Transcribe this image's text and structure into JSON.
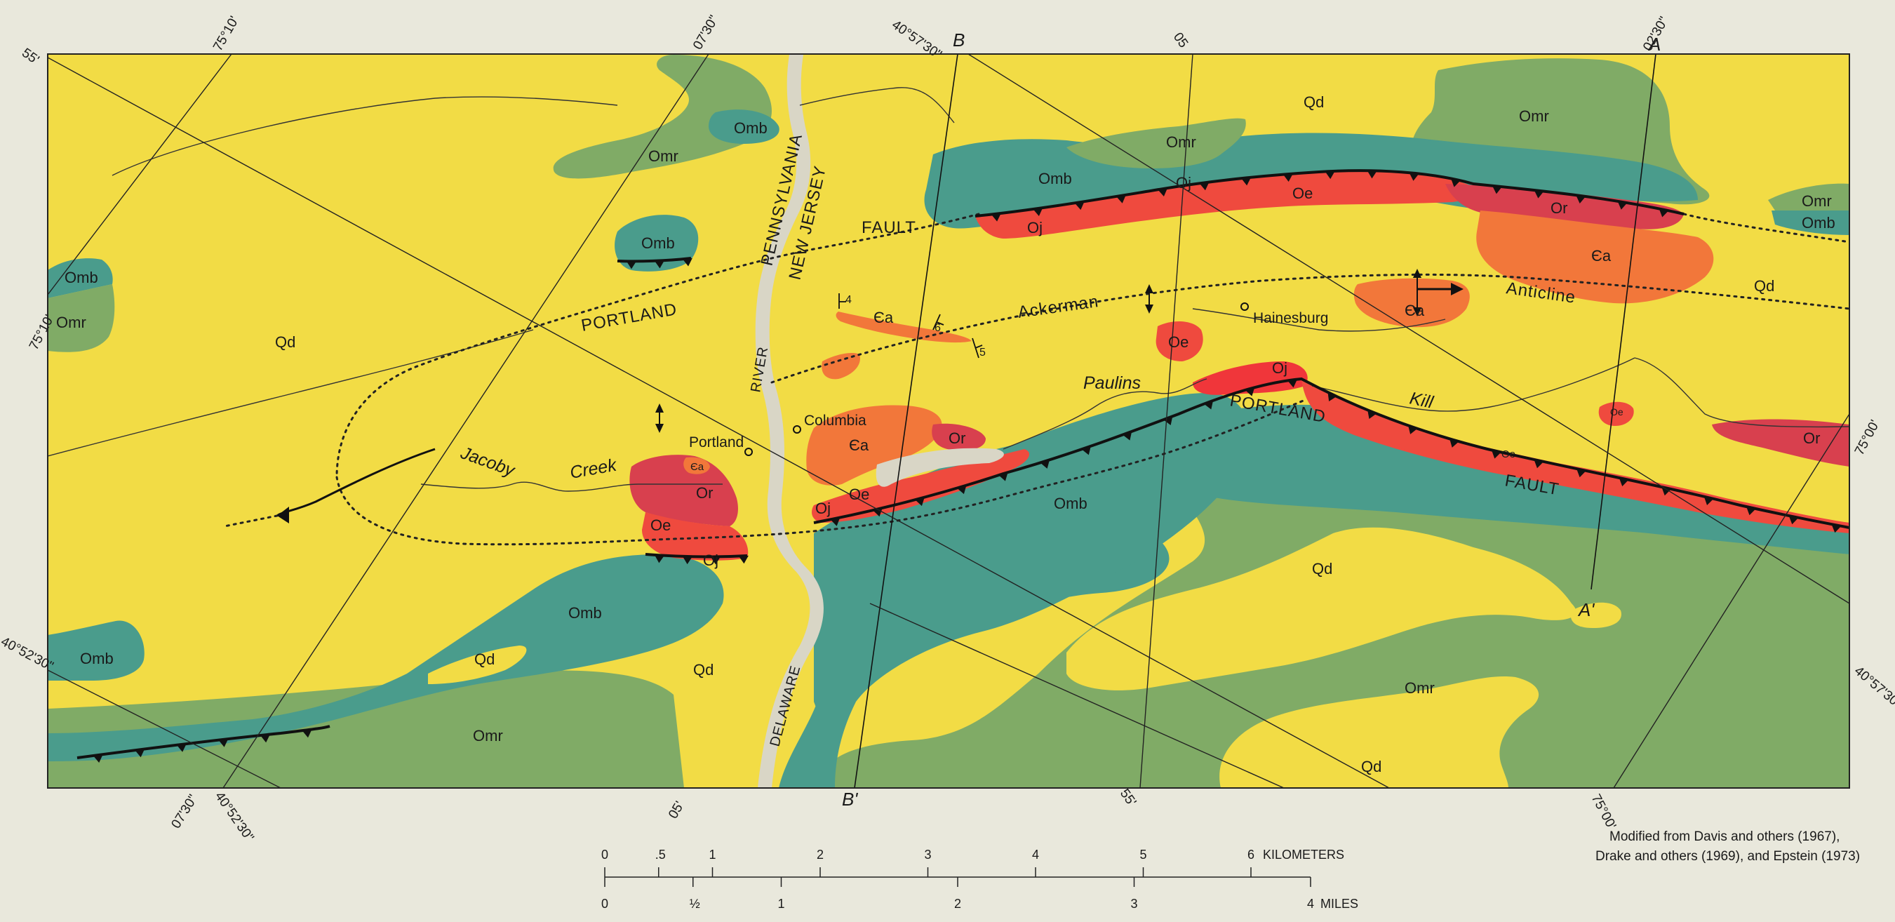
{
  "map": {
    "colors": {
      "Qd": "#f2dc45",
      "Omr": "#80ab66",
      "Omb": "#4a9c8c",
      "Oe": "#ef4a3e",
      "Or": "#d8404e",
      "Ca": "#f2773a",
      "Oj": "#f0363a",
      "river": "#d9d6c6",
      "margin": "#e9e8dc"
    },
    "units": {
      "qd": "Qd",
      "omr": "Omr",
      "omb": "Omb",
      "oe": "Oe",
      "or": "Or",
      "ca": "Єa",
      "oj": "Oj"
    },
    "places": {
      "portland": "Portland",
      "columbia": "Columbia",
      "hainesburg": "Hainesburg"
    },
    "states": {
      "pennsylvania": "PENNSYLVANIA",
      "new_jersey": "NEW JERSEY"
    },
    "structures": {
      "portland": "PORTLAND",
      "fault": "FAULT",
      "ackerman": "Ackerman",
      "anticline": "Anticline"
    },
    "water": {
      "river": "RIVER",
      "delaware": "DELAWARE",
      "jacoby": "Jacoby",
      "creek": "Creek",
      "paulins": "Paulins",
      "kill": "Kill"
    },
    "dips": [
      "4",
      "6",
      "5"
    ],
    "coords": {
      "top_55": "55'",
      "top_75_10": "75°10'",
      "top_07_30": "07'30\"",
      "top_40_57_30": "40°57'30\"",
      "top_05": "05",
      "top_02_30": "02'30\"",
      "left_75_10": "75°10'",
      "left_40_52_30": "40°52'30\"",
      "bottom_07_30": "07'30\"",
      "bottom_40_52_30": "40°52'30\"",
      "bottom_05": "05'",
      "bottom_55": "55'",
      "bottom_75_00": "75°00'",
      "right_75_00": "75°00'",
      "right_40_57_30": "40°57'30\""
    },
    "sections": {
      "a": "A",
      "a_prime": "A'",
      "b": "B",
      "b_prime": "B'"
    }
  },
  "scale": {
    "km_ticks": [
      "0",
      ".5",
      "1",
      "2",
      "3",
      "4",
      "5",
      "6"
    ],
    "km_unit": "KILOMETERS",
    "mile_ticks": [
      "0",
      "½",
      "1",
      "2",
      "3",
      "4"
    ],
    "mile_unit": "MILES"
  },
  "credit": {
    "line1": "Modified from Davis and others (1967),",
    "line2": "Drake and others (1969), and Epstein (1973)"
  }
}
